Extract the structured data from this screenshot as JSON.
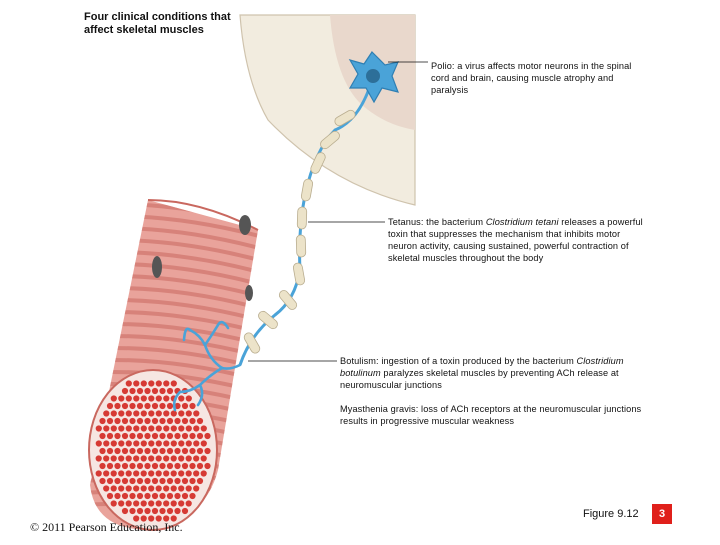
{
  "title": "Four clinical conditions that affect skeletal muscles",
  "callouts": {
    "polio": "Polio: a virus affects motor neurons in the spinal cord and brain, causing muscle atrophy and paralysis",
    "tetanus_pre": "Tetanus: the bacterium ",
    "tetanus_italic": "Clostridium tetani",
    "tetanus_post": " releases a powerful toxin that suppresses the mechanism that inhibits motor neuron activity, causing sustained, powerful contraction of skeletal muscles throughout the body",
    "botulism_pre": "Botulism: ingestion of a toxin produced by the bacterium ",
    "botulism_italic": "Clostridium botulinum",
    "botulism_post": " paralyzes skeletal muscles by preventing ACh release at neuromuscular junctions",
    "myasthenia": "Myasthenia gravis: loss of ACh receptors at the neuromuscular junctions results in progressive muscular weakness"
  },
  "footer": {
    "copyright": "© 2011 Pearson Education, Inc.",
    "figure": "Figure 9.12",
    "slide_number": "3"
  },
  "colors": {
    "spinal_cord": "#f2ecdf",
    "grey_matter": "#e9d8cc",
    "neuron": "#4aa3d8",
    "myelin": "#ece3c9",
    "muscle_light": "#e9a39b",
    "muscle_dark": "#c9685f",
    "fiber": "#d63a34",
    "accent": "#e0201b"
  }
}
